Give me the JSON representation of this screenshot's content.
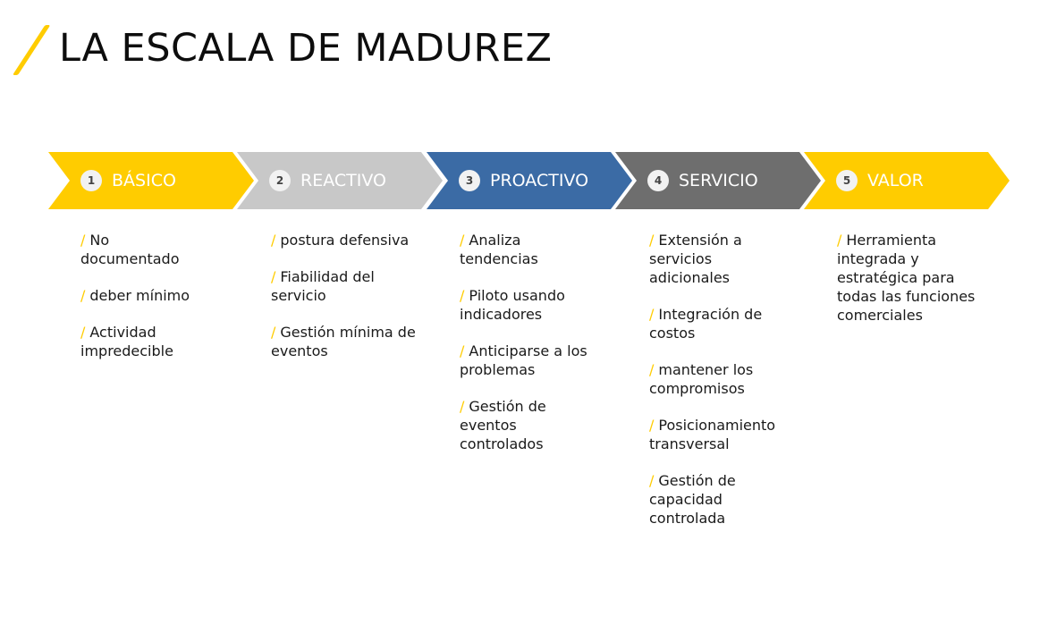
{
  "page": {
    "title": "LA ESCALA DE MADUREZ"
  },
  "steps": [
    {
      "number": "1",
      "label": "BÁSICO",
      "color": "#FFCC00",
      "items": [
        "No documentado",
        "deber mínimo",
        "Actividad impredecible"
      ]
    },
    {
      "number": "2",
      "label": "REACTIVO",
      "color": "#C8C8C8",
      "items": [
        "postura defensiva",
        "Fiabilidad del servicio",
        "Gestión mínima de eventos"
      ]
    },
    {
      "number": "3",
      "label": "PROACTIVO",
      "color": "#3B6BA5",
      "items": [
        "Analiza tendencias",
        "Piloto usando indicadores",
        "Anticiparse a los problemas",
        "Gestión de eventos controlados"
      ]
    },
    {
      "number": "4",
      "label": "SERVICIO",
      "color": "#6E6E6E",
      "items": [
        "Extensión a servicios adicionales",
        "Integración de costos",
        "mantener los compromisos",
        "Posicionamiento transversal",
        "Gestión de capacidad controlada"
      ]
    },
    {
      "number": "5",
      "label": "VALOR",
      "color": "#FFCC00",
      "items": [
        "Herramienta integrada y estratégica para todas las funciones comerciales"
      ]
    }
  ],
  "bullet_glyph": "/",
  "accent_color": "#FFCC00"
}
